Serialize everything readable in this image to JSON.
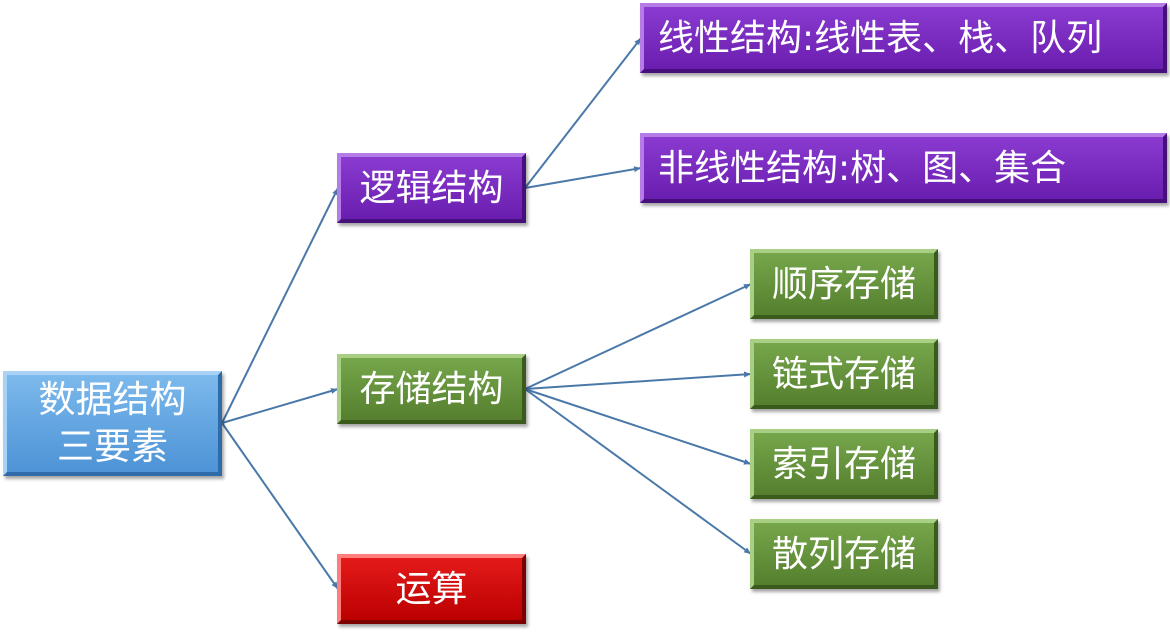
{
  "root": {
    "line1": "数据结构",
    "line2": "三要素"
  },
  "logical": {
    "label": "逻辑结构"
  },
  "storage": {
    "label": "存储结构"
  },
  "operation": {
    "label": "运算"
  },
  "linear": {
    "label": "线性结构:线性表、栈、队列"
  },
  "nonlinear": {
    "label": "非线性结构:树、图、集合"
  },
  "sequential": {
    "label": "顺序存储"
  },
  "linked": {
    "label": "链式存储"
  },
  "indexed": {
    "label": "索引存储"
  },
  "hashed": {
    "label": "散列存储"
  },
  "colors": {
    "root": "#5ba3e0",
    "logical": "#7a2bc0",
    "storage": "#66913d",
    "operation": "#d40d0d",
    "connector": "#4a78a8"
  }
}
